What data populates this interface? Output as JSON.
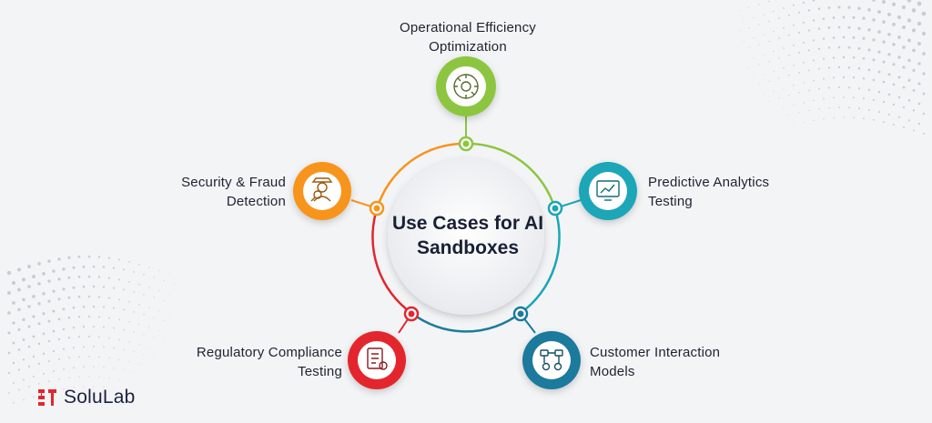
{
  "diagram": {
    "center_title_line1": "Use Cases for AI",
    "center_title_line2": "Sandboxes",
    "nodes": [
      {
        "line1": "Operational Efficiency",
        "line2": "Optimization",
        "color": "#8cc63f",
        "icon": "gear-dial-icon"
      },
      {
        "line1": "Predictive Analytics",
        "line2": "Testing",
        "color": "#1aa6b7",
        "icon": "analytics-dashboard-icon"
      },
      {
        "line1": "Customer Interaction",
        "line2": "Models",
        "color": "#1c7a9c",
        "icon": "flowchart-icon"
      },
      {
        "line1": "Regulatory Compliance",
        "line2": "Testing",
        "color": "#e3262d",
        "icon": "compliance-document-icon"
      },
      {
        "line1": "Security & Fraud",
        "line2": "Detection",
        "color": "#f7941d",
        "icon": "detective-search-icon"
      }
    ]
  },
  "brand": {
    "name": "SoluLab",
    "color": "#e3262d"
  }
}
